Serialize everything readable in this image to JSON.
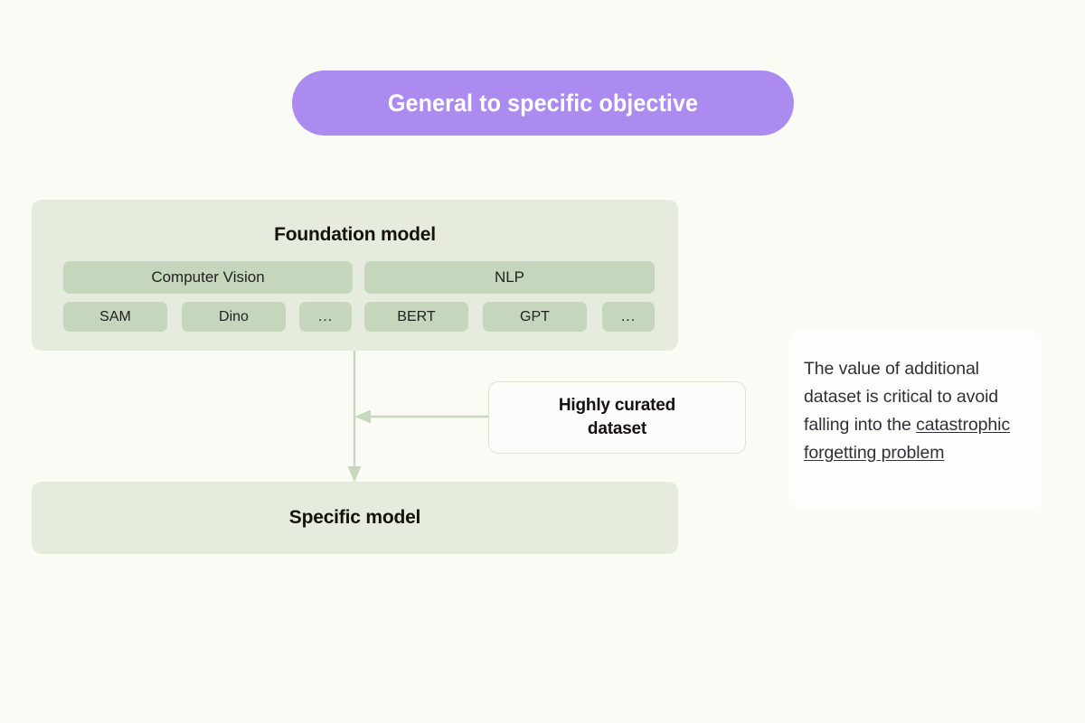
{
  "page": {
    "background_color": "#fbfbf5"
  },
  "title_banner": {
    "text": "General to specific objective",
    "background_color": "#ab8bef",
    "text_color": "#ffffff"
  },
  "foundation": {
    "heading": "Foundation model",
    "background_color": "#e5ebdd",
    "chip_color": "#c5d6bc",
    "categories": [
      {
        "label": "Computer Vision"
      },
      {
        "label": "NLP"
      }
    ],
    "models": [
      {
        "label": "SAM"
      },
      {
        "label": "Dino"
      },
      {
        "label": "..."
      },
      {
        "label": "BERT"
      },
      {
        "label": "GPT"
      },
      {
        "label": "..."
      }
    ]
  },
  "dataset_box": {
    "line1": "Highly curated",
    "line2": "dataset",
    "border_color": "#d8e3d0"
  },
  "specific_model": {
    "label": "Specific model",
    "background_color": "#e5ebdd"
  },
  "connectors": {
    "color": "#c8d8bf",
    "vertical_arrow_name": "foundation-to-specific-arrow",
    "horizontal_arrow_name": "dataset-to-pipeline-arrow"
  },
  "note_card": {
    "plain_text": "The value of additional dataset is critical to avoid falling into the ",
    "link_text": "catastrophic forgetting problem",
    "background_color": "#fdfdfc",
    "text_color": "#2e3138"
  }
}
